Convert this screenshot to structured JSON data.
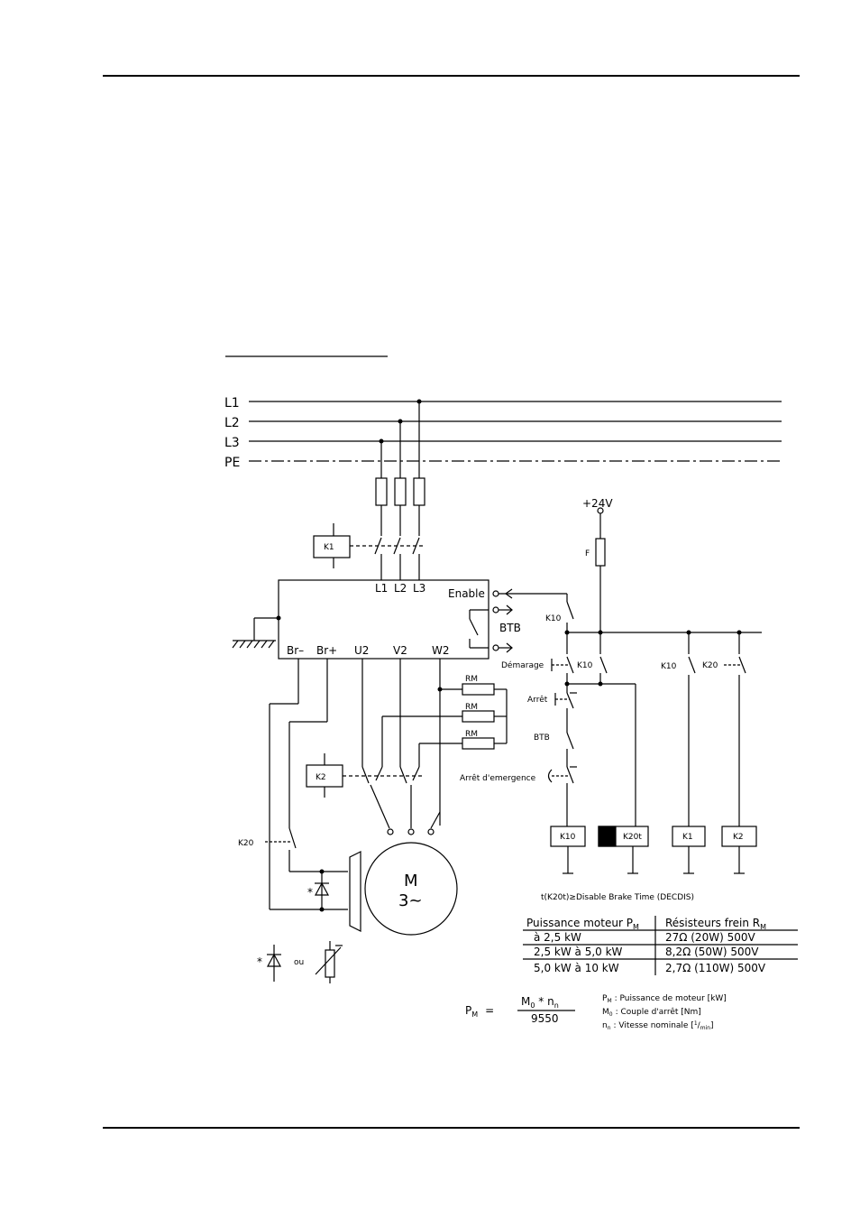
{
  "mains": {
    "l1": "L1",
    "l2": "L2",
    "l3": "L3",
    "pe": "PE"
  },
  "supply": {
    "voltage": "+24V",
    "fuse": "F"
  },
  "controller": {
    "in_l1": "L1",
    "in_l2": "L2",
    "in_l3": "L3",
    "enable": "Enable",
    "btb": "BTB",
    "br_minus": "Br–",
    "br_plus": "Br+",
    "u2": "U2",
    "v2": "V2",
    "w2": "W2"
  },
  "components": {
    "k1": "K1",
    "k2": "K2",
    "k10": "K10",
    "k20t": "K20t",
    "k20": "K20",
    "rm": "RM",
    "motor_m": "M",
    "motor_phase": "3~",
    "asterisk": "*",
    "ou": "ou"
  },
  "labels": {
    "demarrage": "Démarage",
    "arret": "Arrêt",
    "btb": "BTB",
    "arret_urgence": "Arrêt d'emergence",
    "k10_a": "K10",
    "k10_b": "K10",
    "k10_c": "K10",
    "k20": "K20"
  },
  "note": "t(K20t)≥Disable Brake Time (DECDIS)",
  "table": {
    "headers": [
      "Puissance moteur P",
      "Résisteurs frein R"
    ],
    "header_subs": [
      "M",
      "M"
    ],
    "rows": [
      [
        "à 2,5 kW",
        "27Ω (20W) 500V"
      ],
      [
        "2,5 kW à 5,0 kW",
        "8,2Ω (50W) 500V"
      ],
      [
        "5,0 kW à 10 kW",
        "2,7Ω (110W) 500V"
      ]
    ]
  },
  "formula": {
    "lhs": "P",
    "lhs_sub": "M",
    "eq": "=",
    "num_m": "M",
    "num_m_sub": "0",
    "num_times": " * n",
    "num_n_sub": "n",
    "den": "9550"
  },
  "legend": [
    {
      "sym": "P",
      "sub": "M",
      "text": ": Puissance de moteur [kW]"
    },
    {
      "sym": "M",
      "sub": "0",
      "text": ": Couple d'arrêt [Nm]"
    },
    {
      "sym": "n",
      "sub": "n",
      "text": ": Vitesse nominale [",
      "unit_sup": "1",
      "unit_rest": "/",
      "unit_sub": "min",
      "close": "]"
    }
  ]
}
